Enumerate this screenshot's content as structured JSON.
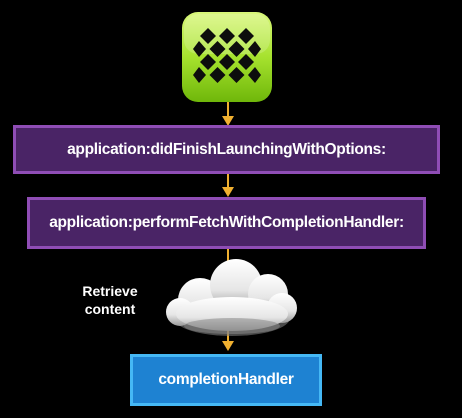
{
  "diagram": {
    "nodes": {
      "app_icon": {
        "name": "app-icon",
        "icon": "app-icon-green-diamonds"
      },
      "did_finish": {
        "label": "application:didFinishLaunchingWithOptions:"
      },
      "perform_fetch": {
        "label": "application:performFetchWithCompletionHandler:"
      },
      "completion": {
        "label": "completionHandler"
      }
    },
    "annotations": {
      "retrieve_line1": "Retrieve",
      "retrieve_line2": "content"
    },
    "cloud": {
      "icon": "cloud-icon"
    },
    "colors": {
      "background": "#000000",
      "arrow": "#f0b030",
      "purple_fill": "#4a2466",
      "purple_border": "#8f4db5",
      "blue_fill": "#1e82d2",
      "blue_border": "#45b8f5",
      "icon_green": "#a6e22e"
    }
  }
}
